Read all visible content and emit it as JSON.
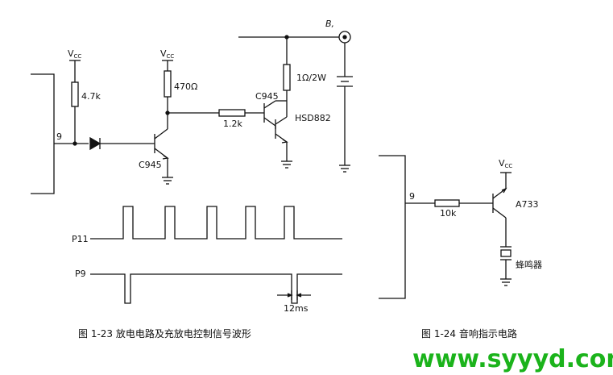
{
  "left_circuit": {
    "vcc1": "V",
    "vcc1_sub": "CC",
    "vcc2": "V",
    "vcc2_sub": "CC",
    "pin": "9",
    "r1": "4.7k",
    "r2": "470Ω",
    "r3": "1.2k",
    "r4": "1Ω/2W",
    "q1": "C945",
    "q2": "C945",
    "q3": "HSD882",
    "terminal": "B,"
  },
  "waveforms": {
    "p11": "P11",
    "p9": "P9",
    "period": "12ms"
  },
  "right_circuit": {
    "vcc": "V",
    "vcc_sub": "CC",
    "pin": "9",
    "r": "10k",
    "q": "A733",
    "buzzer": "蜂鸣器"
  },
  "captions": {
    "fig23": "图 1-23  放电电路及充放电控制信号波形",
    "fig24": "图 1-24  音响指示电路"
  },
  "watermark": "www.syyyd.com"
}
